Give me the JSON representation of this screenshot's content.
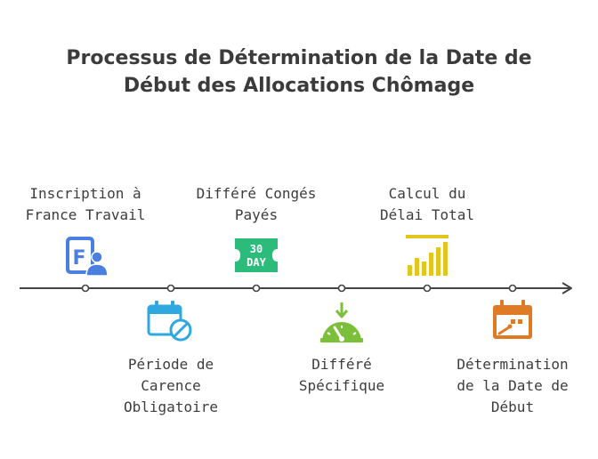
{
  "title": {
    "line1": "Processus de Détermination de la Date de",
    "line2": "Début des Allocations Chômage"
  },
  "steps": [
    {
      "lines": [
        "Inscription à",
        "France Travail"
      ],
      "icon": "profile-document-icon",
      "color": "#4a7fe0"
    },
    {
      "lines": [
        "Période de",
        "Carence",
        "Obligatoire"
      ],
      "icon": "calendar-blocked-icon",
      "color": "#2fa8e0"
    },
    {
      "lines": [
        "Différé Congés",
        "Payés"
      ],
      "icon": "30-day-ticket-icon",
      "color": "#2bbb7a",
      "badge": [
        "30",
        "DAY"
      ]
    },
    {
      "lines": [
        "Différé",
        "Spécifique"
      ],
      "icon": "gauge-icon",
      "color": "#7cbf3a"
    },
    {
      "lines": [
        "Calcul du",
        "Délai Total"
      ],
      "icon": "bar-chart-icon",
      "color": "#e3c51f"
    },
    {
      "lines": [
        "Détermination",
        "de la Date de",
        "Début"
      ],
      "icon": "calendar-date-icon",
      "color": "#e07b25"
    }
  ],
  "colors": {
    "line": "#444444"
  }
}
